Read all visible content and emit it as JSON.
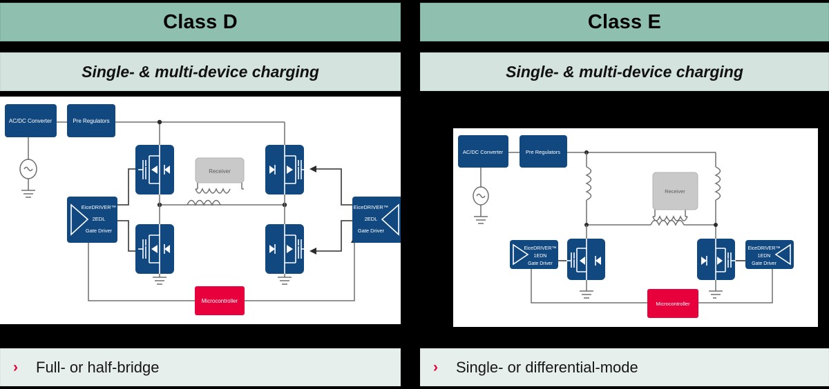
{
  "panels": [
    {
      "id": "class-d",
      "header": "Class D",
      "subtitle": "Single- & multi-device charging",
      "footer_chevron": "›",
      "footer": "Full- or half-bridge",
      "diagram": {
        "topology": "full-bridge",
        "blocks": {
          "acdc": "AC/DC Converter",
          "prereg": "Pre Regulators",
          "receiver": "Receiver",
          "micro": "Microcontroller",
          "driver_brand": "EiceDRIVER™",
          "driver_part": "2EDL",
          "driver_role": "Gate Driver"
        },
        "driver_count": 2,
        "mosfet_count": 4
      }
    },
    {
      "id": "class-e",
      "header": "Class E",
      "subtitle": "Single- & multi-device charging",
      "footer_chevron": "›",
      "footer": "Single- or differential-mode",
      "diagram": {
        "topology": "differential-mode",
        "blocks": {
          "acdc": "AC/DC Converter",
          "prereg": "Pre Regulators",
          "receiver": "Receiver",
          "micro": "Microcontroller",
          "driver_brand": "EiceDRIVER™",
          "driver_part": "1EDN",
          "driver_role": "Gate Driver"
        },
        "driver_count": 2,
        "mosfet_count": 2
      }
    }
  ],
  "colors": {
    "header_green": "#8ebfaf",
    "subtitle_green": "#d4e3de",
    "footer_grey": "#e7efec",
    "block_blue": "#11487f",
    "accent_red": "#e8003c",
    "receiver_grey": "#c9c9c9",
    "background": "#000000"
  }
}
